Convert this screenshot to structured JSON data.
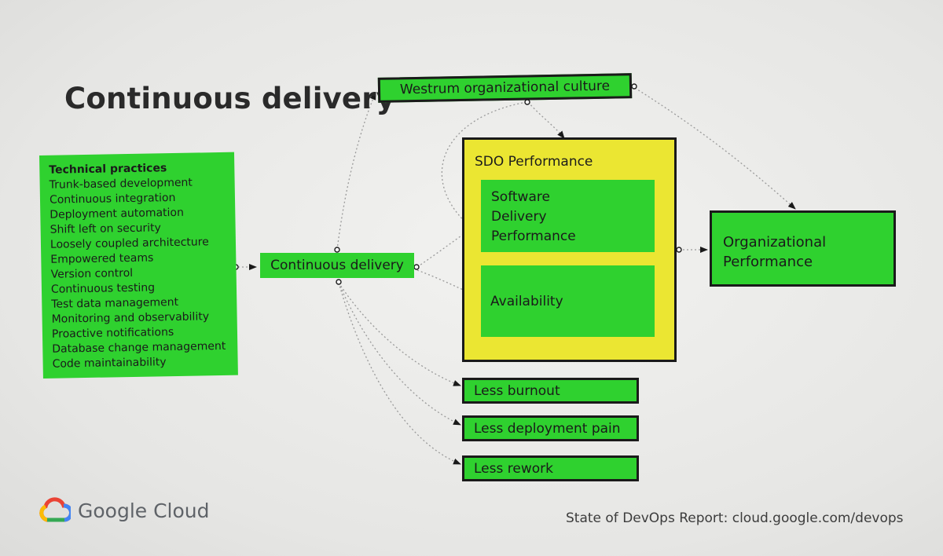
{
  "slide_title": "Continuous delivery",
  "technical_practices": {
    "heading": "Technical practices",
    "items": [
      "Trunk-based development",
      "Continuous integration",
      "Deployment automation",
      "Shift left on security",
      "Loosely coupled architecture",
      "Empowered teams",
      "Version control",
      "Continuous testing",
      "Test data management",
      "Monitoring and observability",
      "Proactive notifications",
      "Database change management",
      "Code maintainability"
    ]
  },
  "continuous_delivery_node": "Continuous delivery",
  "westrum_node": "Westrum organizational culture",
  "sdo": {
    "title": "SDO Performance",
    "software_delivery_lines": [
      "Software",
      "Delivery",
      "Performance"
    ],
    "availability": "Availability"
  },
  "organizational_performance_lines": [
    "Organizational",
    "Performance"
  ],
  "outcomes": {
    "burnout": "Less burnout",
    "deployment_pain": "Less deployment pain",
    "rework": "Less rework"
  },
  "brand": {
    "name": "Google Cloud",
    "logo_icon": "google-cloud-logo-icon"
  },
  "footer_text": "State of DevOps Report: cloud.google.com/devops",
  "colors": {
    "node_green": "#2fd12f",
    "sdo_yellow": "#ebe632",
    "border": "#1a1a1a",
    "background": "#eeeeec"
  }
}
